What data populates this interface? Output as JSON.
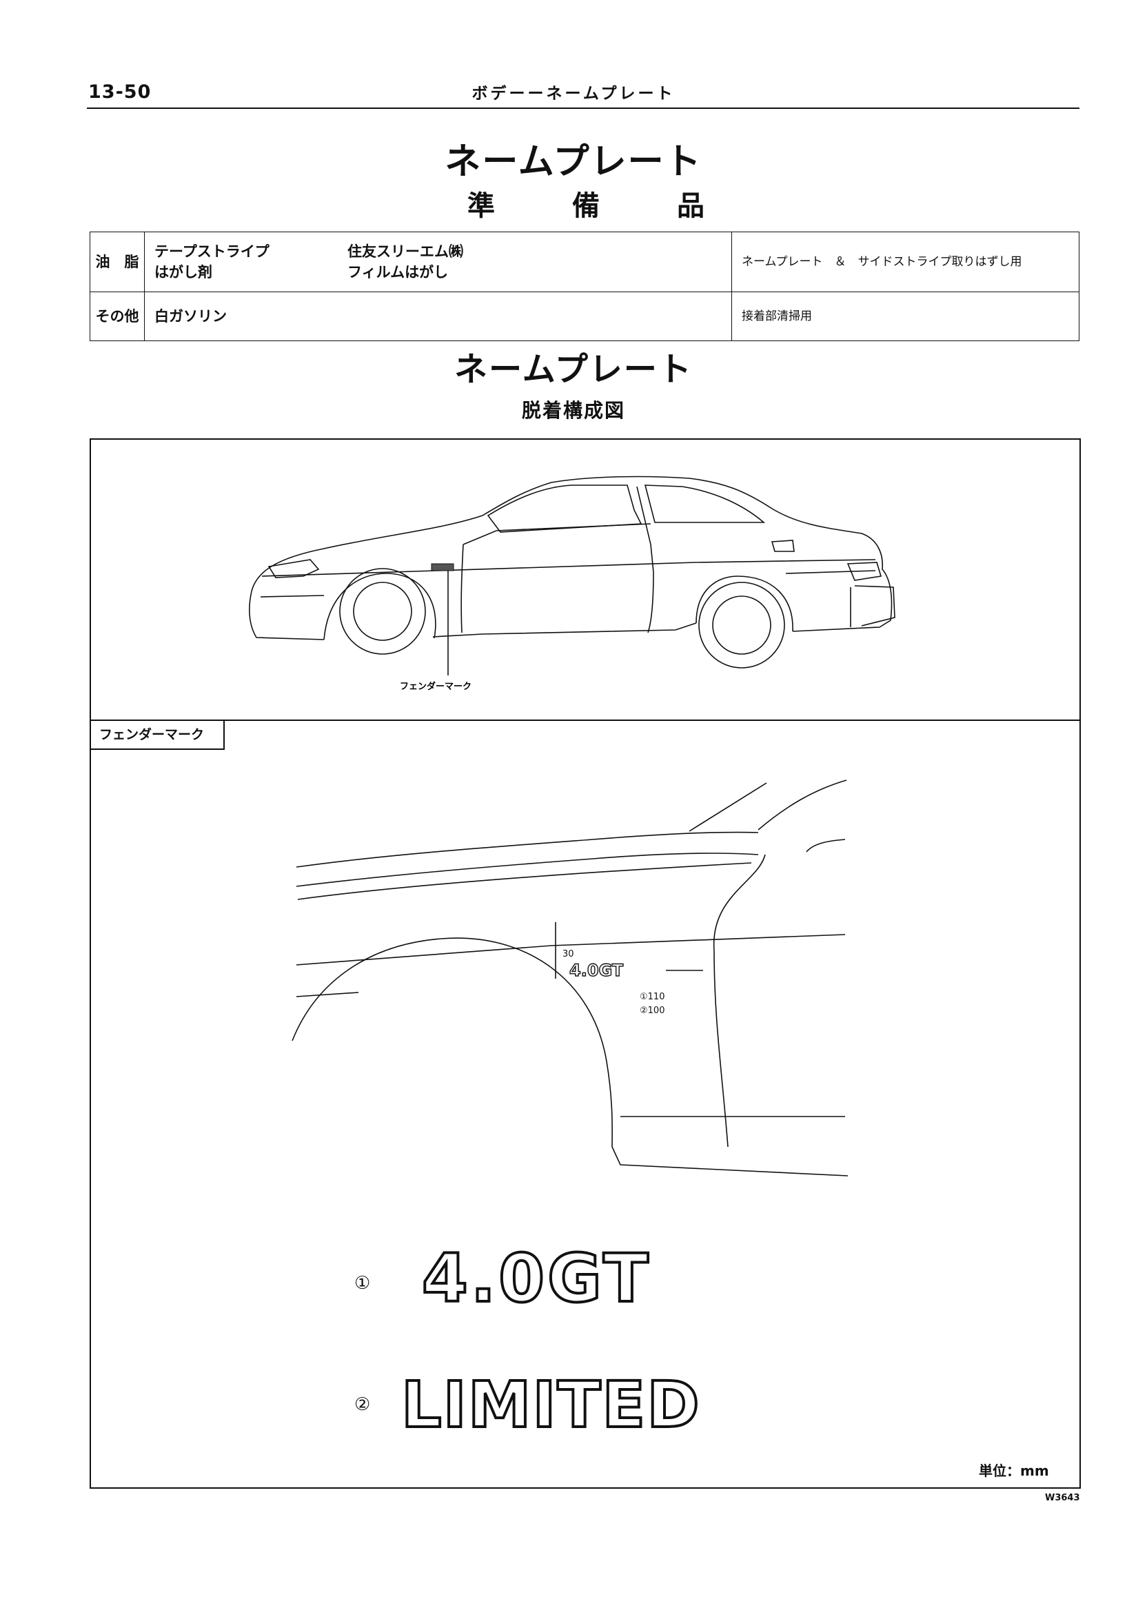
{
  "header": {
    "page_number": "13-50",
    "section": "ボデーーネームプレート"
  },
  "title": "ネームプレート",
  "subtitle": "準　備　品",
  "prep_table": {
    "rows": [
      {
        "category": "油　脂",
        "items": [
          {
            "material": "テープストライプ",
            "product": "住友スリーエム㈱"
          },
          {
            "material": "はがし剤",
            "product": "フィルムはがし"
          }
        ],
        "usage": "ネームプレート　＆　サイドストライプ取りはずし用"
      },
      {
        "category": "その他",
        "items": [
          {
            "material": "白ガソリン",
            "product": ""
          }
        ],
        "usage": "接着部清掃用"
      }
    ]
  },
  "section_title": "ネームプレート",
  "diagram_title": "脱着構成図",
  "diagram": {
    "callout_fender": "フェンダーマーク",
    "tab_label": "フェンダーマーク",
    "dim_vertical": "30",
    "dim_1": "①110",
    "dim_2": "②100",
    "emblem_1": {
      "marker": "①",
      "text": "4.0GT"
    },
    "emblem_2": {
      "marker": "②",
      "text": "LIMITED"
    },
    "unit": "単位：mm",
    "code": "W3643"
  }
}
